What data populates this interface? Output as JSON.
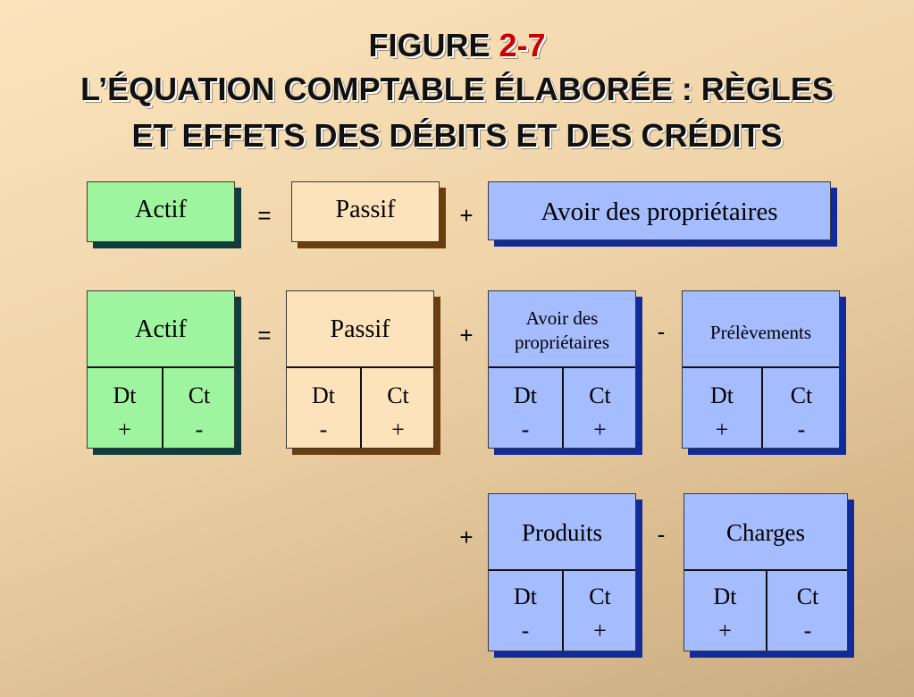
{
  "title": {
    "figure_word": "FIGURE",
    "figure_number": "2-7",
    "line2": "L’ÉQUATION COMPTABLE ÉLABORÉE : RÈGLES",
    "line3": "ET EFFETS DES DÉBITS ET DES CRÉDITS"
  },
  "row1": {
    "actif": "Actif",
    "eq": "=",
    "passif": "Passif",
    "plus": "+",
    "avoir": "Avoir des propriétaires"
  },
  "row2": {
    "eq": "=",
    "plus": "+",
    "minus": "-",
    "actif": {
      "label": "Actif",
      "dt": "Dt",
      "ct": "Ct",
      "dt_sign": "+",
      "ct_sign": "-"
    },
    "passif": {
      "label": "Passif",
      "dt": "Dt",
      "ct": "Ct",
      "dt_sign": "-",
      "ct_sign": "+"
    },
    "avoir": {
      "label_line1": "Avoir des",
      "label_line2": "propriétaires",
      "dt": "Dt",
      "ct": "Ct",
      "dt_sign": "-",
      "ct_sign": "+"
    },
    "prelevements": {
      "label": "Prélèvements",
      "dt": "Dt",
      "ct": "Ct",
      "dt_sign": "+",
      "ct_sign": "-"
    }
  },
  "row3": {
    "plus": "+",
    "minus": "-",
    "produits": {
      "label": "Produits",
      "dt": "Dt",
      "ct": "Ct",
      "dt_sign": "-",
      "ct_sign": "+"
    },
    "charges": {
      "label": "Charges",
      "dt": "Dt",
      "ct": "Ct",
      "dt_sign": "+",
      "ct_sign": "-"
    }
  },
  "colors": {
    "figure_number": "#cc0000",
    "green_box": "#9ff59f",
    "cream_box": "#fde3bc",
    "blue_box": "#a5bcff"
  }
}
